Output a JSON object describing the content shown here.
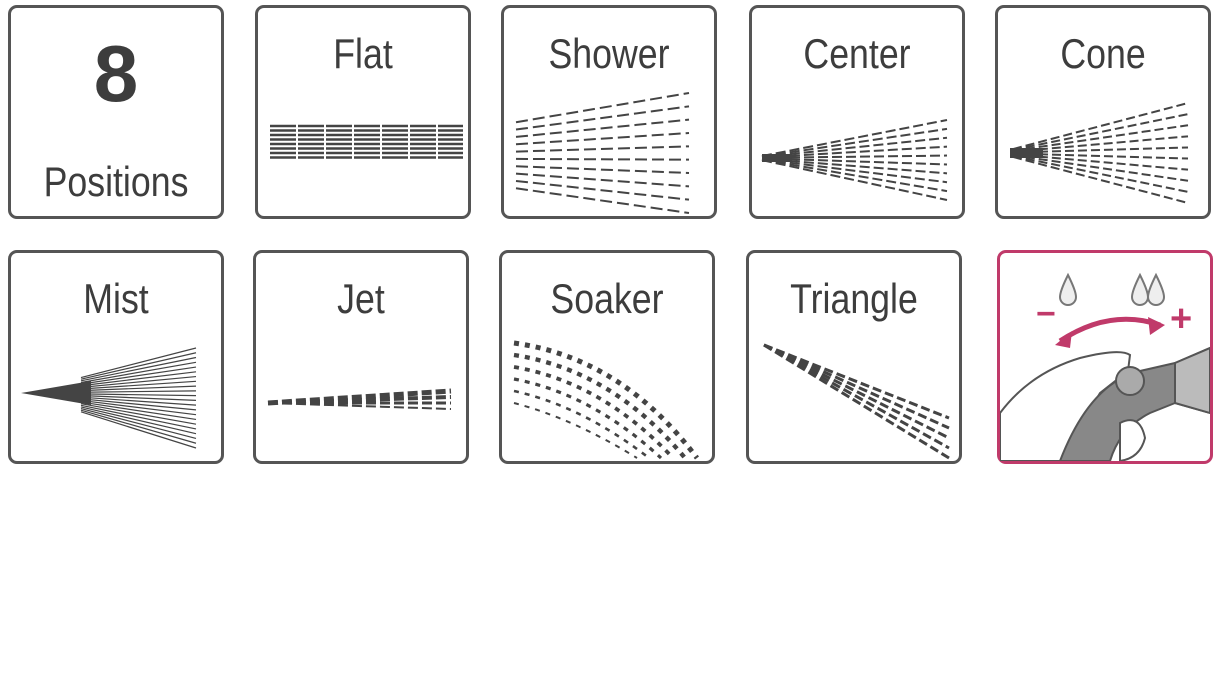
{
  "positions": {
    "number": "8",
    "label": "Positions"
  },
  "patterns": [
    {
      "label": "Flat",
      "type": "flat"
    },
    {
      "label": "Shower",
      "type": "shower"
    },
    {
      "label": "Center",
      "type": "center"
    },
    {
      "label": "Cone",
      "type": "cone"
    },
    {
      "label": "Mist",
      "type": "mist"
    },
    {
      "label": "Jet",
      "type": "jet"
    },
    {
      "label": "Soaker",
      "type": "soaker"
    },
    {
      "label": "Triangle",
      "type": "triangle"
    }
  ],
  "flow_control": {
    "minus": "−",
    "plus": "+",
    "icon": "water-flow-adjust-icon"
  },
  "colors": {
    "border": "#555555",
    "accent": "#c03a6a",
    "pattern": "#444444"
  }
}
